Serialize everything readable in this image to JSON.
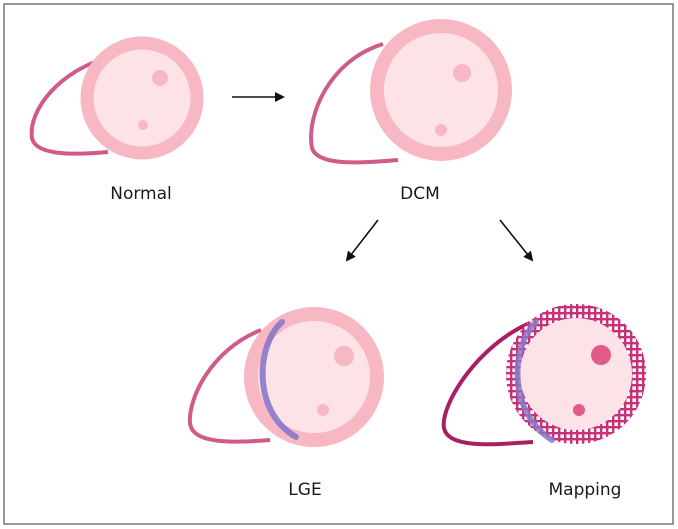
{
  "labels": {
    "normal": "Normal",
    "dcm": "DCM",
    "lge": "LGE",
    "mapping": "Mapping"
  },
  "colors": {
    "border": "#555555",
    "ring": "#f7b8c4",
    "cavity": "#fde3e8",
    "rv_wall": "#d05b8a",
    "rv_wall_dark": "#a82063",
    "papillary": "#f7b8c4",
    "papillary_dark": "#e05a8a",
    "lge_band": "#8878c8",
    "mapping_grid": "#c83078",
    "arrow": "#111111"
  }
}
